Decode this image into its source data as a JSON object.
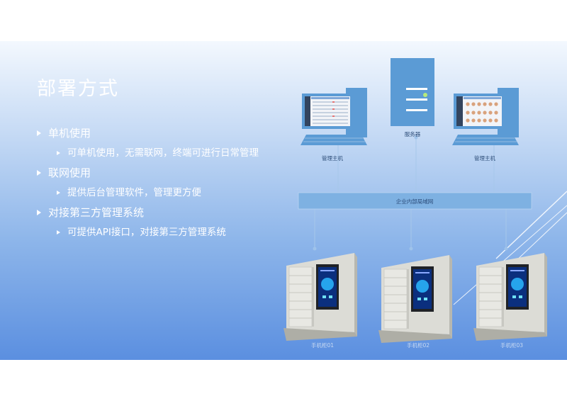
{
  "title": "部署方式",
  "bullets": [
    {
      "text": "单机使用",
      "sub": "可单机使用，无需联网，终端可进行日常管理"
    },
    {
      "text": "联网使用",
      "sub": "提供后台管理软件，管理更方便"
    },
    {
      "text": "对接第三方管理系统",
      "sub": "可提供API接口，对接第三方管理系统"
    }
  ],
  "diagram": {
    "server_label": "服务器",
    "pc_left_label": "管理主机",
    "pc_right_label": "管理主机",
    "network_label": "企业内部局域网",
    "cabinets": [
      "手机柜01",
      "手机柜02",
      "手机柜03"
    ]
  },
  "colors": {
    "accent": "#5a9ad0",
    "network_bar": "#79aee0",
    "cabinet": "#dcdcd6"
  }
}
